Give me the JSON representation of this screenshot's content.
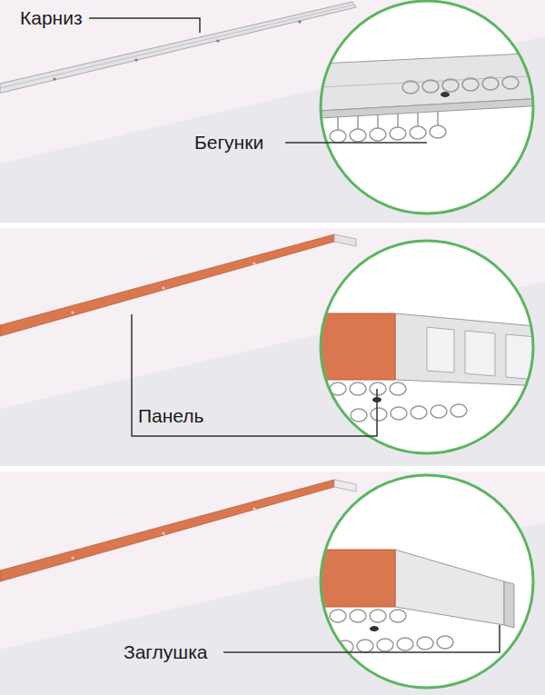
{
  "diagram": {
    "labels": [
      "Карниз",
      "Бегунки",
      "Панель",
      "Заглушка"
    ]
  }
}
